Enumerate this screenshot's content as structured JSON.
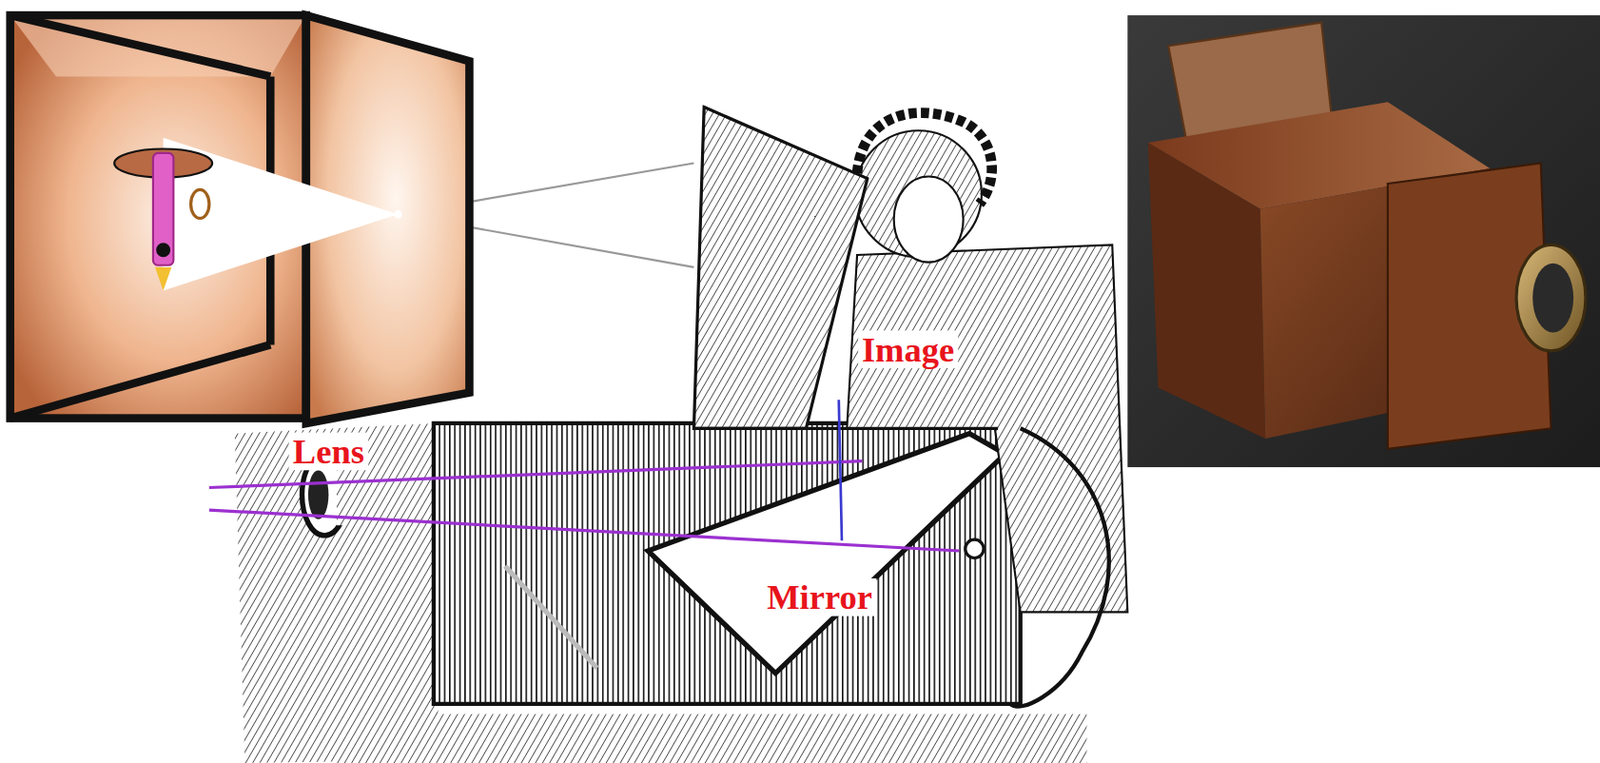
{
  "diagram": {
    "labels": [
      "Image",
      "Lens",
      "Mirror"
    ]
  }
}
